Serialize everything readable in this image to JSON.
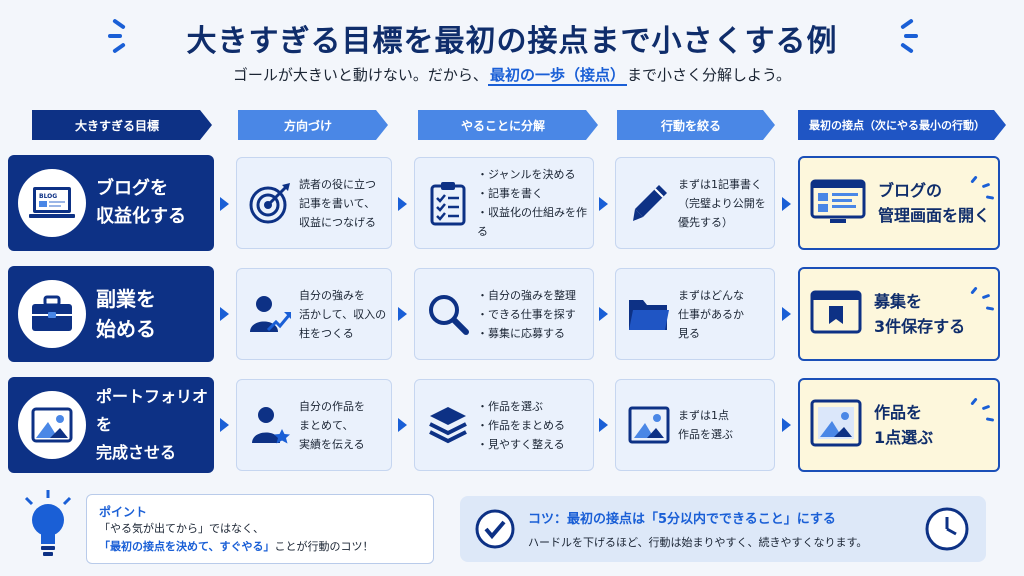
{
  "title": "大きすぎる目標を最初の接点まで小さくする例",
  "subtitle": {
    "before": "ゴールが大きいと動けない。だから、",
    "highlight": "最初の一歩（接点）",
    "after": "まで小さく分解しよう。"
  },
  "headers": [
    "大きすぎる目標",
    "方向づけ",
    "やることに分解",
    "行動を絞る",
    "最初の接点（次にやる最小の行動）"
  ],
  "rows": [
    {
      "goal": "ブログを\n収益化する",
      "goal_icon": "blog-laptop-icon",
      "goal_icon_text": "BLOG",
      "direction": "読者の役に立つ\n記事を書いて、\n収益につなげる",
      "direction_icon": "target-icon",
      "breakdown": "・ジャンルを決める\n・記事を書く\n・収益化の仕組みを作る",
      "breakdown_icon": "checklist-icon",
      "narrow": "まずは1記事書く\n（完璧より公開を\n優先する）",
      "narrow_icon": "pencil-icon",
      "contact": "ブログの\n管理画面を開く",
      "contact_icon": "dashboard-icon"
    },
    {
      "goal": "副業を\n始める",
      "goal_icon": "briefcase-icon",
      "direction": "自分の強みを\n活かして、収入の\n柱をつくる",
      "direction_icon": "person-growth-icon",
      "breakdown": "・自分の強みを整理\n・できる仕事を探す\n・募集に応募する",
      "breakdown_icon": "magnifier-icon",
      "narrow": "まずはどんな\n仕事があるか\n見る",
      "narrow_icon": "folder-icon",
      "contact": "募集を\n3件保存する",
      "contact_icon": "bookmark-window-icon"
    },
    {
      "goal": "ポートフォリオを\n完成させる",
      "goal_icon": "image-icon",
      "direction": "自分の作品を\nまとめて、\n実績を伝える",
      "direction_icon": "person-star-icon",
      "breakdown": "・作品を選ぶ\n・作品をまとめる\n・見やすく整える",
      "breakdown_icon": "layers-icon",
      "narrow": "まずは1点\n作品を選ぶ",
      "narrow_icon": "picture-icon",
      "contact": "作品を\n1点選ぶ",
      "contact_icon": "image-frame-icon"
    }
  ],
  "tip": {
    "heading": "ポイント",
    "line1": "「やる気が出てから」ではなく、",
    "line2_highlight": "「最初の接点を決めて、すぐやる」",
    "line2_rest": "ことが行動のコツ！",
    "icon": "lightbulb-icon"
  },
  "kotsu": {
    "heading": "コツ：最初の接点は「5分以内でできること」にする",
    "body": "ハードルを下げるほど、行動は始まりやすく、続きやすくなります。",
    "left_icon": "check-circle-icon",
    "right_icon": "clock-icon"
  },
  "colors": {
    "navy": "#0d3185",
    "accent": "#1a5fd6",
    "light_cell": "#eaf1fc",
    "final_bg": "#fdf7dc"
  }
}
